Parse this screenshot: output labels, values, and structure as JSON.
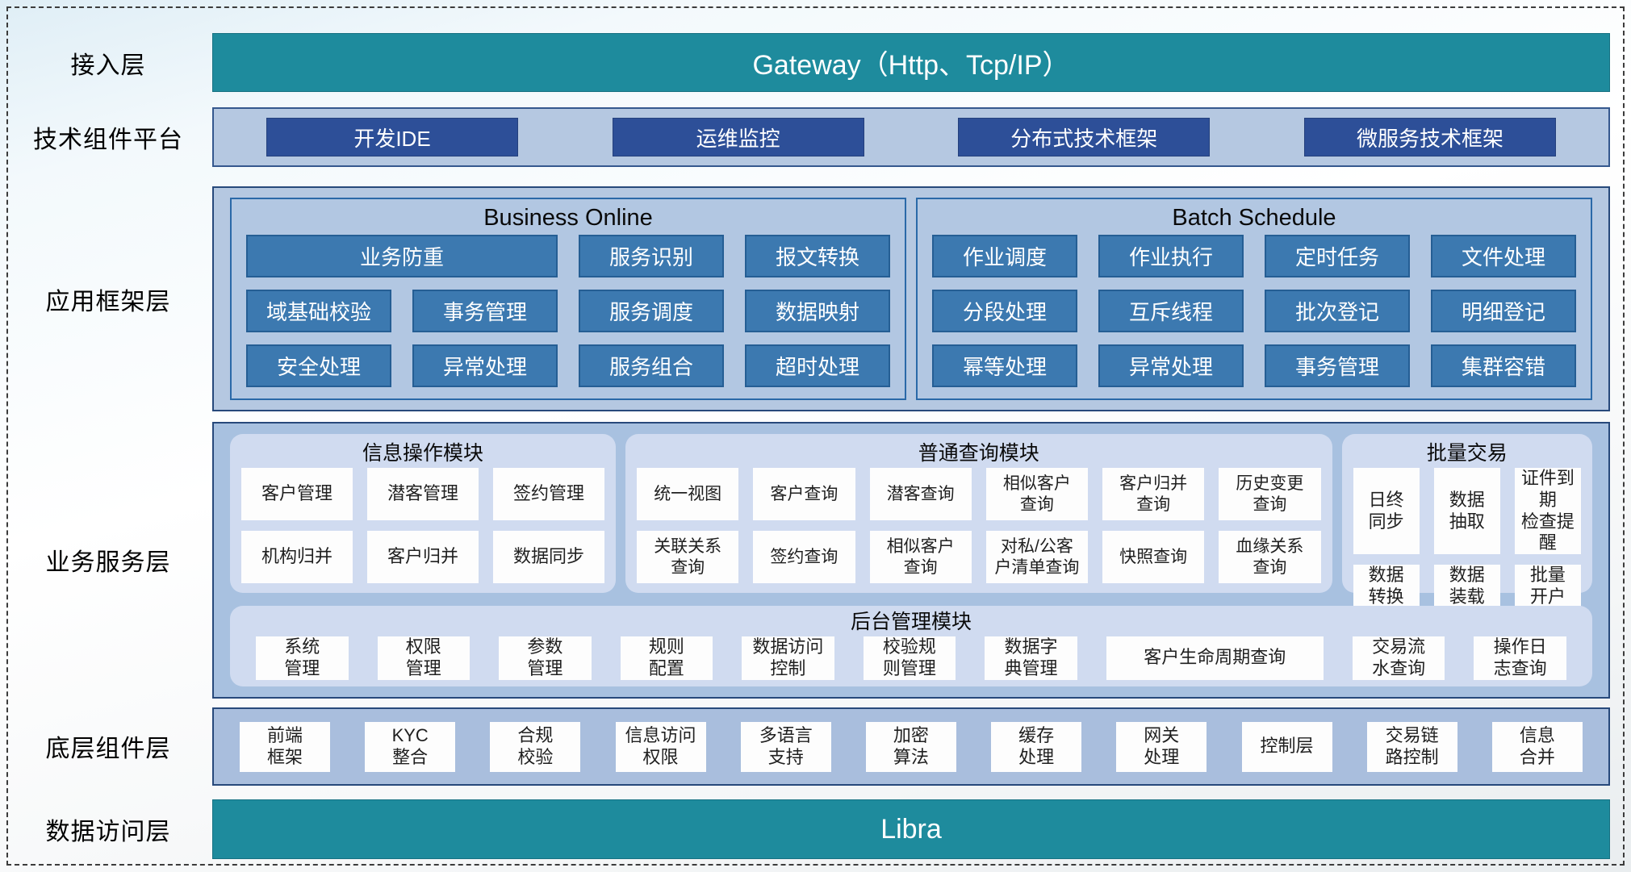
{
  "diagram": {
    "layers": {
      "access": {
        "label": "接入层",
        "bar_text": "Gateway（Http、Tcp/IP）"
      },
      "tech": {
        "label": "技术组件平台",
        "buttons": [
          "开发IDE",
          "运维监控",
          "分布式技术框架",
          "微服务技术框架"
        ]
      },
      "app": {
        "label": "应用框架层",
        "sections": [
          {
            "title": "Business Online",
            "rows": [
              [
                "业务防重",
                "服务识别",
                "报文转换"
              ],
              [
                "域基础校验",
                "事务管理",
                "服务调度",
                "数据映射"
              ],
              [
                "安全处理",
                "异常处理",
                "服务组合",
                "超时处理"
              ]
            ]
          },
          {
            "title": "Batch Schedule",
            "rows": [
              [
                "作业调度",
                "作业执行",
                "定时任务",
                "文件处理"
              ],
              [
                "分段处理",
                "互斥线程",
                "批次登记",
                "明细登记"
              ],
              [
                "幂等处理",
                "异常处理",
                "事务管理",
                "集群容错"
              ]
            ]
          }
        ]
      },
      "business": {
        "label": "业务服务层",
        "modules": [
          {
            "title": "信息操作模块",
            "columns": 3,
            "items": [
              "客户管理",
              "潜客管理",
              "签约管理",
              "机构归并",
              "客户归并",
              "数据同步"
            ]
          },
          {
            "title": "普通查询模块",
            "columns": 6,
            "items": [
              "统一视图",
              "客户查询",
              "潜客查询",
              "相似客户\n查询",
              "客户归并\n查询",
              "历史变更\n查询",
              "关联关系\n查询",
              "签约查询",
              "相似客户\n查询",
              "对私/公客\n户清单查询",
              "快照查询",
              "血缘关系\n查询"
            ]
          },
          {
            "title": "批量交易",
            "columns": 3,
            "items": [
              "日终\n同步",
              "数据\n抽取",
              "证件到期\n检查提醒",
              "数据\n转换",
              "数据\n装载",
              "批量\n开户"
            ]
          }
        ],
        "admin_module": {
          "title": "后台管理模块",
          "items": [
            "系统\n管理",
            "权限\n管理",
            "参数\n管理",
            "规则\n配置",
            "数据访问\n控制",
            "校验规\n则管理",
            "数据字\n典管理",
            "客户生命周期查询",
            "交易流\n水查询",
            "操作日\n志查询"
          ],
          "wide_item_index": 7
        }
      },
      "foundation": {
        "label": "底层组件层",
        "items": [
          "前端\n框架",
          "KYC\n整合",
          "合规\n校验",
          "信息访问\n权限",
          "多语言\n支持",
          "加密\n算法",
          "缓存\n处理",
          "网关\n处理",
          "控制层",
          "交易链\n路控制",
          "信息\n合并"
        ]
      },
      "data_access": {
        "label": "数据访问层",
        "bar_text": "Libra"
      }
    },
    "colors": {
      "teal_bar": "#1e8b9d",
      "navy_button": "#2d4f98",
      "app_button": "#3c79b0",
      "panel_bg": "#b5c8e1",
      "business_bg": "#a8c1e0",
      "module_bg": "#d0dbf0",
      "white_box": "#fdfdfd"
    }
  }
}
